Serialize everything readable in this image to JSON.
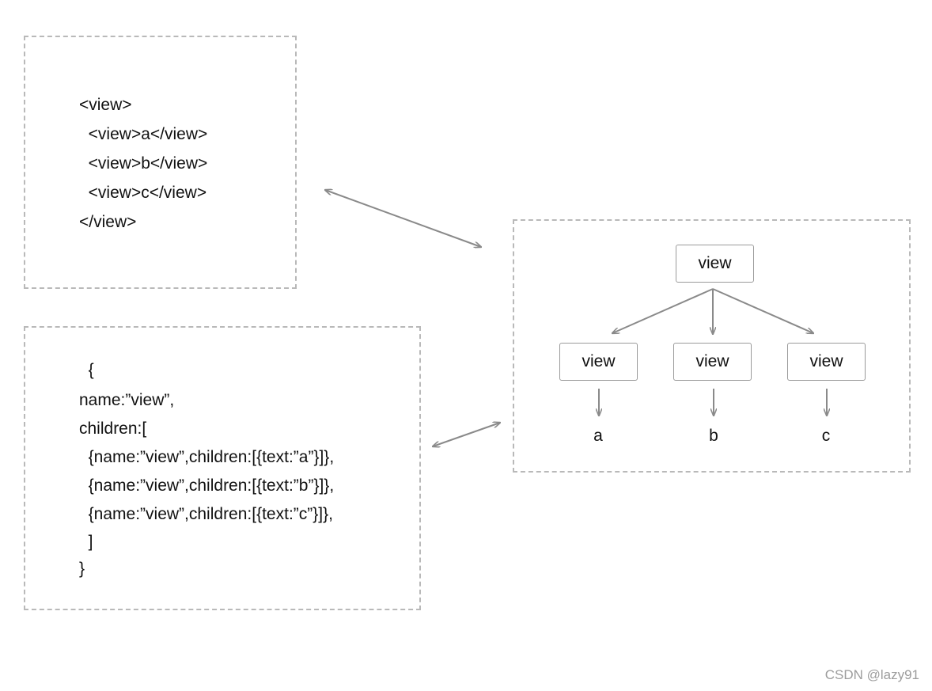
{
  "markup": {
    "lines": [
      "<view>",
      "  <view>a</view>",
      "  <view>b</view>",
      "  <view>c</view>",
      "</view>"
    ]
  },
  "json": {
    "lines": [
      "  {",
      "name:”view”,",
      "children:[",
      "  {name:”view”,children:[{text:”a”}]},",
      "  {name:”view”,children:[{text:”b”}]},",
      "  {name:”view”,children:[{text:”c”}]},",
      "  ]",
      "}"
    ]
  },
  "tree": {
    "root": "view",
    "children": [
      {
        "label": "view",
        "leaf": "a"
      },
      {
        "label": "view",
        "leaf": "b"
      },
      {
        "label": "view",
        "leaf": "c"
      }
    ]
  },
  "colors": {
    "connector": "#8a8a8a",
    "panel_border": "#b9b9b9"
  },
  "watermark": "CSDN @lazy91"
}
